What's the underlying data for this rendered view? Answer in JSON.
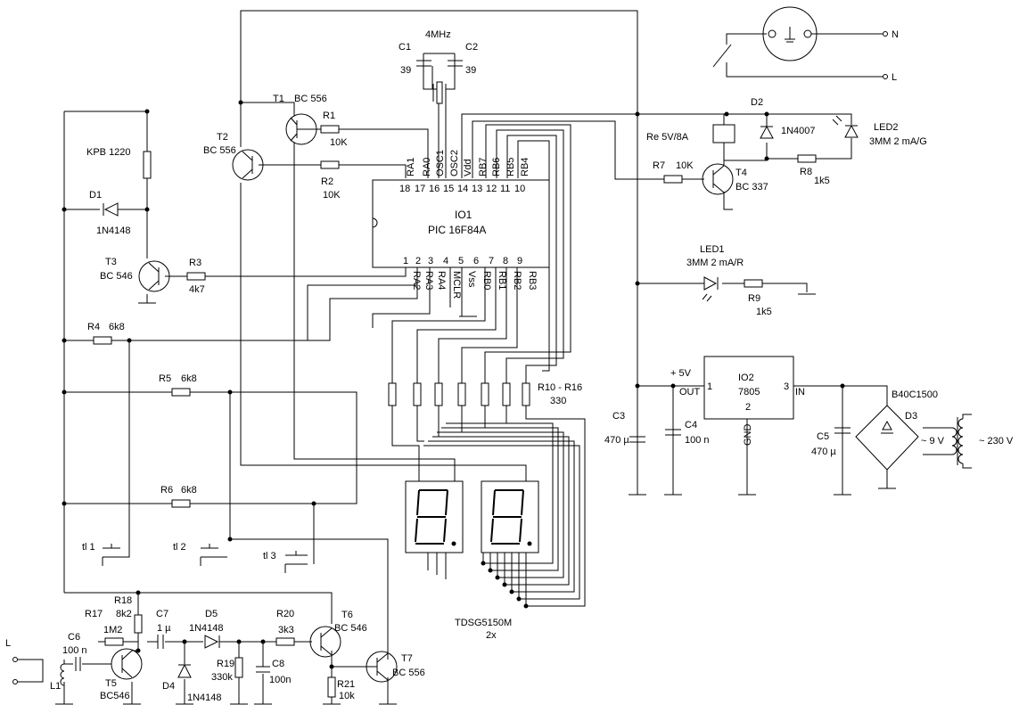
{
  "mcu": {
    "ref": "IO1",
    "part": "PIC 16F84A",
    "top_pins": [
      "RA1",
      "RA0",
      "OSC1",
      "OSC2",
      "Vdd",
      "RB7",
      "RB6",
      "RB5",
      "RB4"
    ],
    "top_nums": [
      "18",
      "17",
      "16",
      "15",
      "14",
      "13",
      "12",
      "11",
      "10"
    ],
    "bottom_pins": [
      "RA2",
      "RA3",
      "RA4",
      "MCLR",
      "Vss",
      "RB0",
      "RB1",
      "RB2",
      "RB3"
    ],
    "bottom_nums": [
      "1",
      "2",
      "3",
      "4",
      "5",
      "6",
      "7",
      "8",
      "9"
    ]
  },
  "crystal": {
    "freq": "4MHz",
    "c1": "C1",
    "c1v": "39",
    "c2": "C2",
    "c2v": "39"
  },
  "resistors": {
    "r1": "R1",
    "r1v": "10K",
    "r2": "R2",
    "r2v": "10K",
    "r3": "R3",
    "r3v": "4k7",
    "r4": "R4",
    "r4v": "6k8",
    "r5": "R5",
    "r5v": "6k8",
    "r6": "R6",
    "r6v": "6k8",
    "r7": "R7",
    "r7v": "10K",
    "r8": "R8",
    "r8v": "1k5",
    "r9": "R9",
    "r9v": "1k5",
    "r10_16": "R10 - R16",
    "r10_16v": "330",
    "r17": "R17",
    "r17v": "1M2",
    "r18": "R18",
    "r18v": "8k2",
    "r19": "R19",
    "r19v": "330k",
    "r20": "R20",
    "r20v": "3k3",
    "r21": "R21",
    "r21v": "10k"
  },
  "transistors": {
    "t1": "T1",
    "t1p": "BC 556",
    "t2": "T2",
    "t2p": "BC 556",
    "t3": "T3",
    "t3p": "BC 546",
    "t4": "T4",
    "t4p": "BC 337",
    "t5": "T5",
    "t5p": "BC546",
    "t6": "T6",
    "t6p": "BC 546",
    "t7": "T7",
    "t7p": "BC 556"
  },
  "diodes": {
    "d1": "D1",
    "d1p": "1N4148",
    "d2": "D2",
    "d2p": "1N4007",
    "d3": "D3",
    "d3p": "B40C1500",
    "d4": "D4",
    "d4p": "1N4148",
    "d5": "D5",
    "d5p": "1N4148"
  },
  "leds": {
    "led1": "LED1",
    "led1p": "3MM 2 mA/R",
    "led2": "LED2",
    "led2p": "3MM 2 mA/G"
  },
  "caps": {
    "c3": "C3",
    "c3v": "470 µ",
    "c4": "C4",
    "c4v": "100 n",
    "c5": "C5",
    "c5v": "470 µ",
    "c6": "C6",
    "c6v": "100 n",
    "c7": "C7",
    "c7v": "1 µ",
    "c8": "C8",
    "c8v": "100n"
  },
  "regulator": {
    "ref": "IO2",
    "part": "7805",
    "pin1": "1",
    "pin2": "2",
    "pin3": "3",
    "out": "OUT",
    "in": "IN",
    "gnd": "GND",
    "vplus": "+ 5V"
  },
  "misc": {
    "relay": "Re 5V/8A",
    "thermo": "KPB 1220",
    "display": "TDSG5150M",
    "display_qty": "2x",
    "tl1": "tl 1",
    "tl2": "tl 2",
    "tl3": "tl 3",
    "sec_v": "~ 9 V",
    "prim_v": "~ 230 V",
    "n": "N",
    "l": "L",
    "l_in": "L",
    "l1": "L1"
  }
}
